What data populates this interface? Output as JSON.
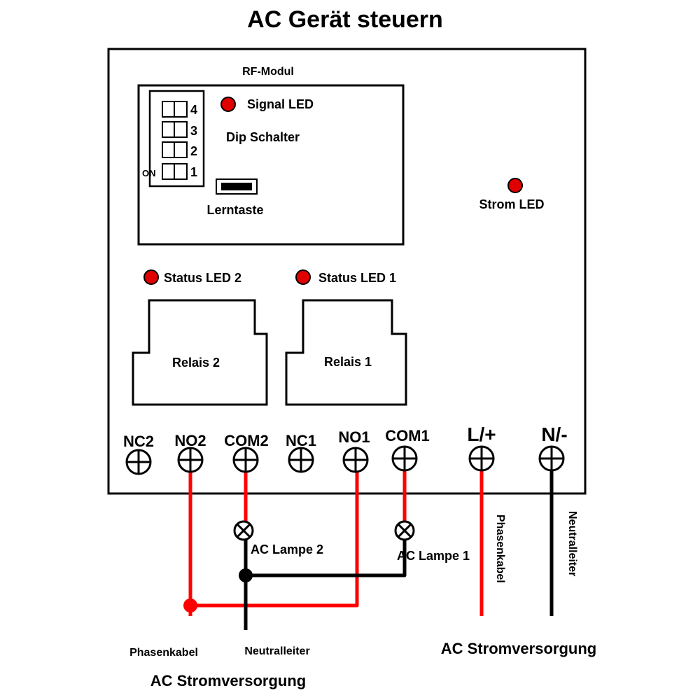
{
  "title": "AC Gerät steuern",
  "rf_module": {
    "label": "RF-Modul",
    "signal_led": "Signal LED",
    "dip_switch": "Dip Schalter",
    "dip_positions": [
      "4",
      "3",
      "2",
      "1"
    ],
    "dip_on": "ON",
    "learn_button": "Lerntaste"
  },
  "power_led": "Strom LED",
  "status_led_2": "Status LED 2",
  "status_led_1": "Status LED 1",
  "relay_2": "Relais 2",
  "relay_1": "Relais 1",
  "terminals": [
    "NC2",
    "NO2",
    "COM2",
    "NC1",
    "NO1",
    "COM1",
    "L/+",
    "N/-"
  ],
  "lamp_2": "AC Lampe 2",
  "lamp_1": "AC Lampe 1",
  "left_supply": {
    "phase": "Phasenkabel",
    "neutral": "Neutralleiter",
    "label": "AC  Stromversorgung"
  },
  "right_supply": {
    "phase": "Phasenkabel",
    "neutral": "Neutralleiter",
    "label": "AC  Stromversorgung"
  },
  "colors": {
    "phase_wire": "#ff0000",
    "neutral_wire": "#000000",
    "led": "#e00000"
  }
}
